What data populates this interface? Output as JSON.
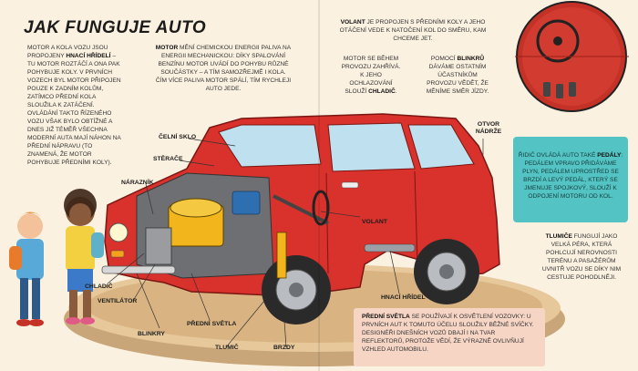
{
  "title": "JAK FUNGUJE AUTO",
  "paragraphs": {
    "motor_kola": {
      "pre": "MOTOR A KOLA VOZU JSOU PROPOJENY ",
      "bold": "HNACÍ HŘÍDELÍ",
      "post": " – TU MOTOR ROZTÁČÍ A ONA PAK POHYBUJE KOLY. V PRVNÍCH VOZECH BYL MOTOR PŘIPOJEN POUZE K ZADNÍM KOLŮM, ZATÍMCO PŘEDNÍ KOLA SLOUŽILA K ZATÁČENÍ. OVLÁDÁNÍ TAKTO ŘÍZENÉHO VOZU VŠAK BYLO OBTÍŽNÉ A DNES JIŽ TÉMĚŘ VŠECHNA MODERNÍ AUTA MAJÍ NÁHON NA PŘEDNÍ NÁPRAVU (TO ZNAMENÁ, ŽE MOTOR POHYBUJE PŘEDNÍMI KOLY)."
    },
    "motor": {
      "bold": "MOTOR",
      "post": " MĚNÍ CHEMICKOU ENERGII PALIVA NA ENERGII MECHANICKOU: DÍKY SPALOVÁNÍ BENZÍNU MOTOR UVÁDÍ DO POHYBU RŮZNÉ SOUČÁSTKY – A TÍM SAMOZŘEJMĚ I KOLA. ČÍM VÍCE PALIVA MOTOR SPÁLÍ, TÍM RYCHLEJI AUTO JEDE."
    },
    "volant": {
      "bold": "VOLANT",
      "post": " JE PROPOJEN S PŘEDNÍMI KOLY A JEHO OTÁČENÍ VEDE K NATOČENÍ KOL DO SMĚRU, KAM CHCEME JET."
    },
    "chladic": {
      "pre": "MOTOR SE BĚHEM PROVOZU ZAHŘÍVÁ. K JEHO OCHLAZOVÁNÍ SLOUŽÍ ",
      "bold": "CHLADIČ",
      "post": "."
    },
    "blinkry": {
      "pre": "POMOCÍ ",
      "bold": "BLINKRŮ",
      "post": " DÁVÁME OSTATNÍM ÚČASTNÍKŮM PROVOZU VĚDĚT, ŽE MĚNÍME SMĚR JÍZDY."
    },
    "pedaly": {
      "pre": "ŘIDIČ OVLÁDÁ AUTO TAKÉ ",
      "bold": "PEDÁLY",
      "post": ": PEDÁLEM VPRAVO PŘIDÁVÁME PLYN, PEDÁLEM UPROSTŘED SE BRZDÍ A LEVÝ PEDÁL, KTERÝ SE JMENUJE SPOJKOVÝ, SLOUŽÍ K ODPOJENÍ MOTORU OD KOL."
    },
    "tlumice": {
      "bold": "TLUMIČE",
      "post": " FUNGUJÍ JAKO VELKÁ PÉRA, KTERÁ POHLCUJÍ NEROVNOSTI TERÉNU A PASAŽÉRŮM UVNITŘ VOZU SE DÍKY NIM CESTUJE POHODLNĚJI."
    },
    "svetla": {
      "bold": "PŘEDNÍ SVĚTLA",
      "post": " SE POUŽÍVAJÍ K OSVĚTLENÍ VOZOVKY: U PRVNÍCH AUT K TOMUTO ÚČELU SLOUŽILY BĚŽNÉ SVÍČKY. DESIGNÉŘI DNEŠNÍCH VOZŮ DBAJÍ I NA TVAR REFLEKTORŮ, PROTOŽE VĚDÍ, ŽE VÝRAZNĚ OVLIVŇUJÍ VZHLED AUTOMOBILU."
    }
  },
  "labels": {
    "celni_sklo": "ČELNÍ SKLO",
    "sterace": "STĚRAČE",
    "naraznik": "NÁRAZNÍK",
    "chladic": "CHLADIČ",
    "ventilator": "VENTILÁTOR",
    "blinkry": "BLINKRY",
    "predni_svetla": "PŘEDNÍ SVĚTLA",
    "tlumic": "TLUMIČ",
    "brzdy": "BRZDY",
    "hnaci_hridel": "HNACÍ HŘÍDEL",
    "volant": "VOLANT",
    "otvor_nadrze": "OTVOR NÁDRŽE"
  },
  "colors": {
    "background": "#fbf1e0",
    "car_red": "#d9312b",
    "teal_box": "#53c3c3",
    "pink_box": "#f6d5c5",
    "engine_yellow": "#f2b61c"
  }
}
